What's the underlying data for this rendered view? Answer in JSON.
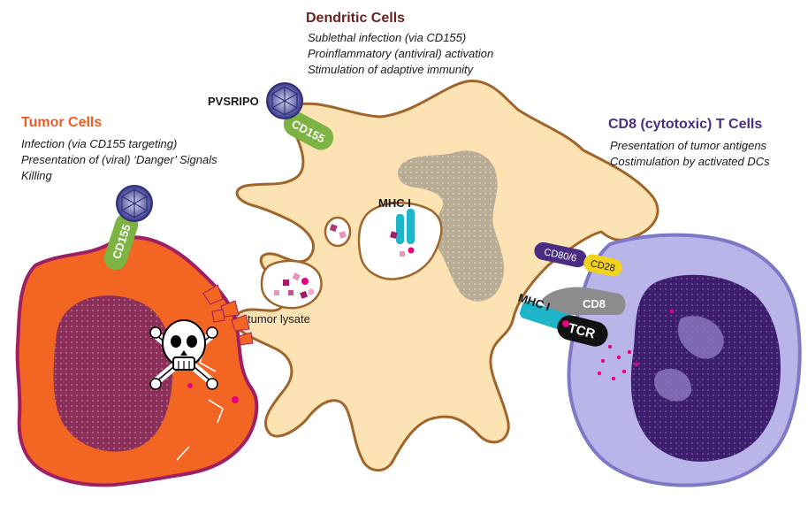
{
  "tumor": {
    "title": "Tumor Cells",
    "title_color": "#f15a22",
    "lines": [
      "Infection (via CD155 targeting)",
      "Presentation of (viral) ‘Danger’ Signals",
      "Killing"
    ],
    "receptor": "CD155"
  },
  "dendritic": {
    "title": "Dendritic Cells",
    "title_color": "#6b1f1f",
    "lines": [
      "Sublethal infection (via CD155)",
      "Proinflammatory (antiviral) activation",
      "Stimulation of adaptive immunity"
    ],
    "receptor": "CD155",
    "virus_label": "PVSRIPO",
    "mhc_label": "MHC I",
    "lysate_label": "tumor lysate"
  },
  "tcell": {
    "title": "CD8 (cytotoxic) T Cells",
    "title_color": "#4b2c83",
    "lines": [
      "Presentation of tumor antigens",
      "Costimulation by activated DCs"
    ],
    "synapse": {
      "cd80": "CD80/6",
      "cd28": "CD28",
      "cd8": "CD8",
      "mhc": "MHC I",
      "tcr": "TCR"
    }
  },
  "colors": {
    "tumor_body": "#f26522",
    "tumor_edge": "#9e1f63",
    "tumor_nucleus": "#8b2f5a",
    "dc_body": "#fde3b3",
    "dc_edge": "#a0652a",
    "tcell_body": "#b9b5e8",
    "tcell_nucleus": "#3d1d6e",
    "cd155": "#7cb342",
    "mhc": "#1fb5c9",
    "cd28": "#f2d21b",
    "cd80": "#4b2c83",
    "virus": "#4a4a9a"
  }
}
